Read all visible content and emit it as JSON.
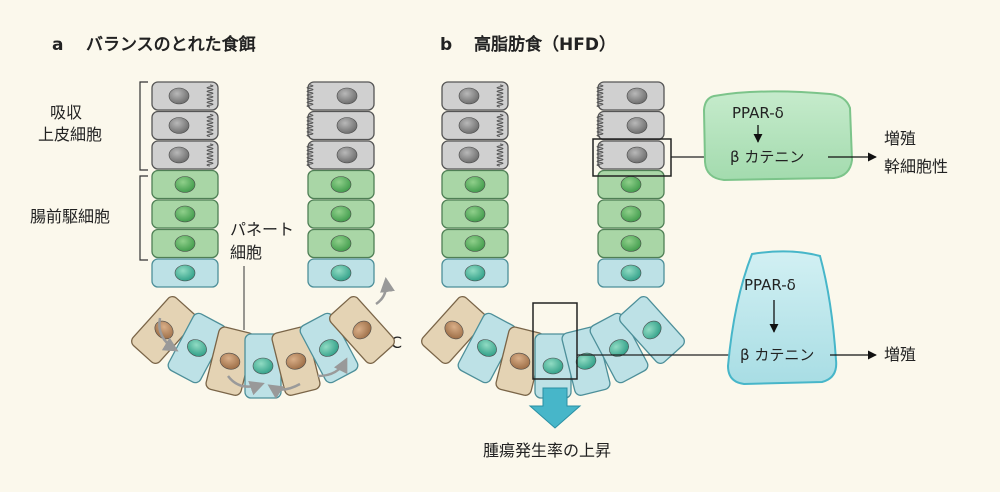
{
  "panel_a": {
    "letter": "a",
    "title": "バランスのとれた食餌",
    "label_absorptive": [
      "吸収",
      "上皮細胞"
    ],
    "label_progenitor": "腸前駆細胞",
    "label_paneth": [
      "パネート",
      "細胞"
    ],
    "label_isc": "ISC"
  },
  "panel_b": {
    "letter": "b",
    "title": "高脂肪食（HFD）",
    "box1": {
      "top": "PPAR-δ",
      "bottom": "β カテニン"
    },
    "box1_outcome": [
      "増殖",
      "幹細胞性"
    ],
    "box2": {
      "top": "PPAR-δ",
      "bottom": "β カテニン"
    },
    "box2_outcome": "増殖",
    "result": "腫瘍発生率の上昇"
  },
  "colors": {
    "background": "#fbf8ec",
    "absorptive_fill": "#d0d0d0",
    "progenitor_fill": "#a9d6a6",
    "isc_fill": "#bde1e6",
    "paneth_fill": "#e4d3b4",
    "arrow_blue": "#47b6c9"
  }
}
